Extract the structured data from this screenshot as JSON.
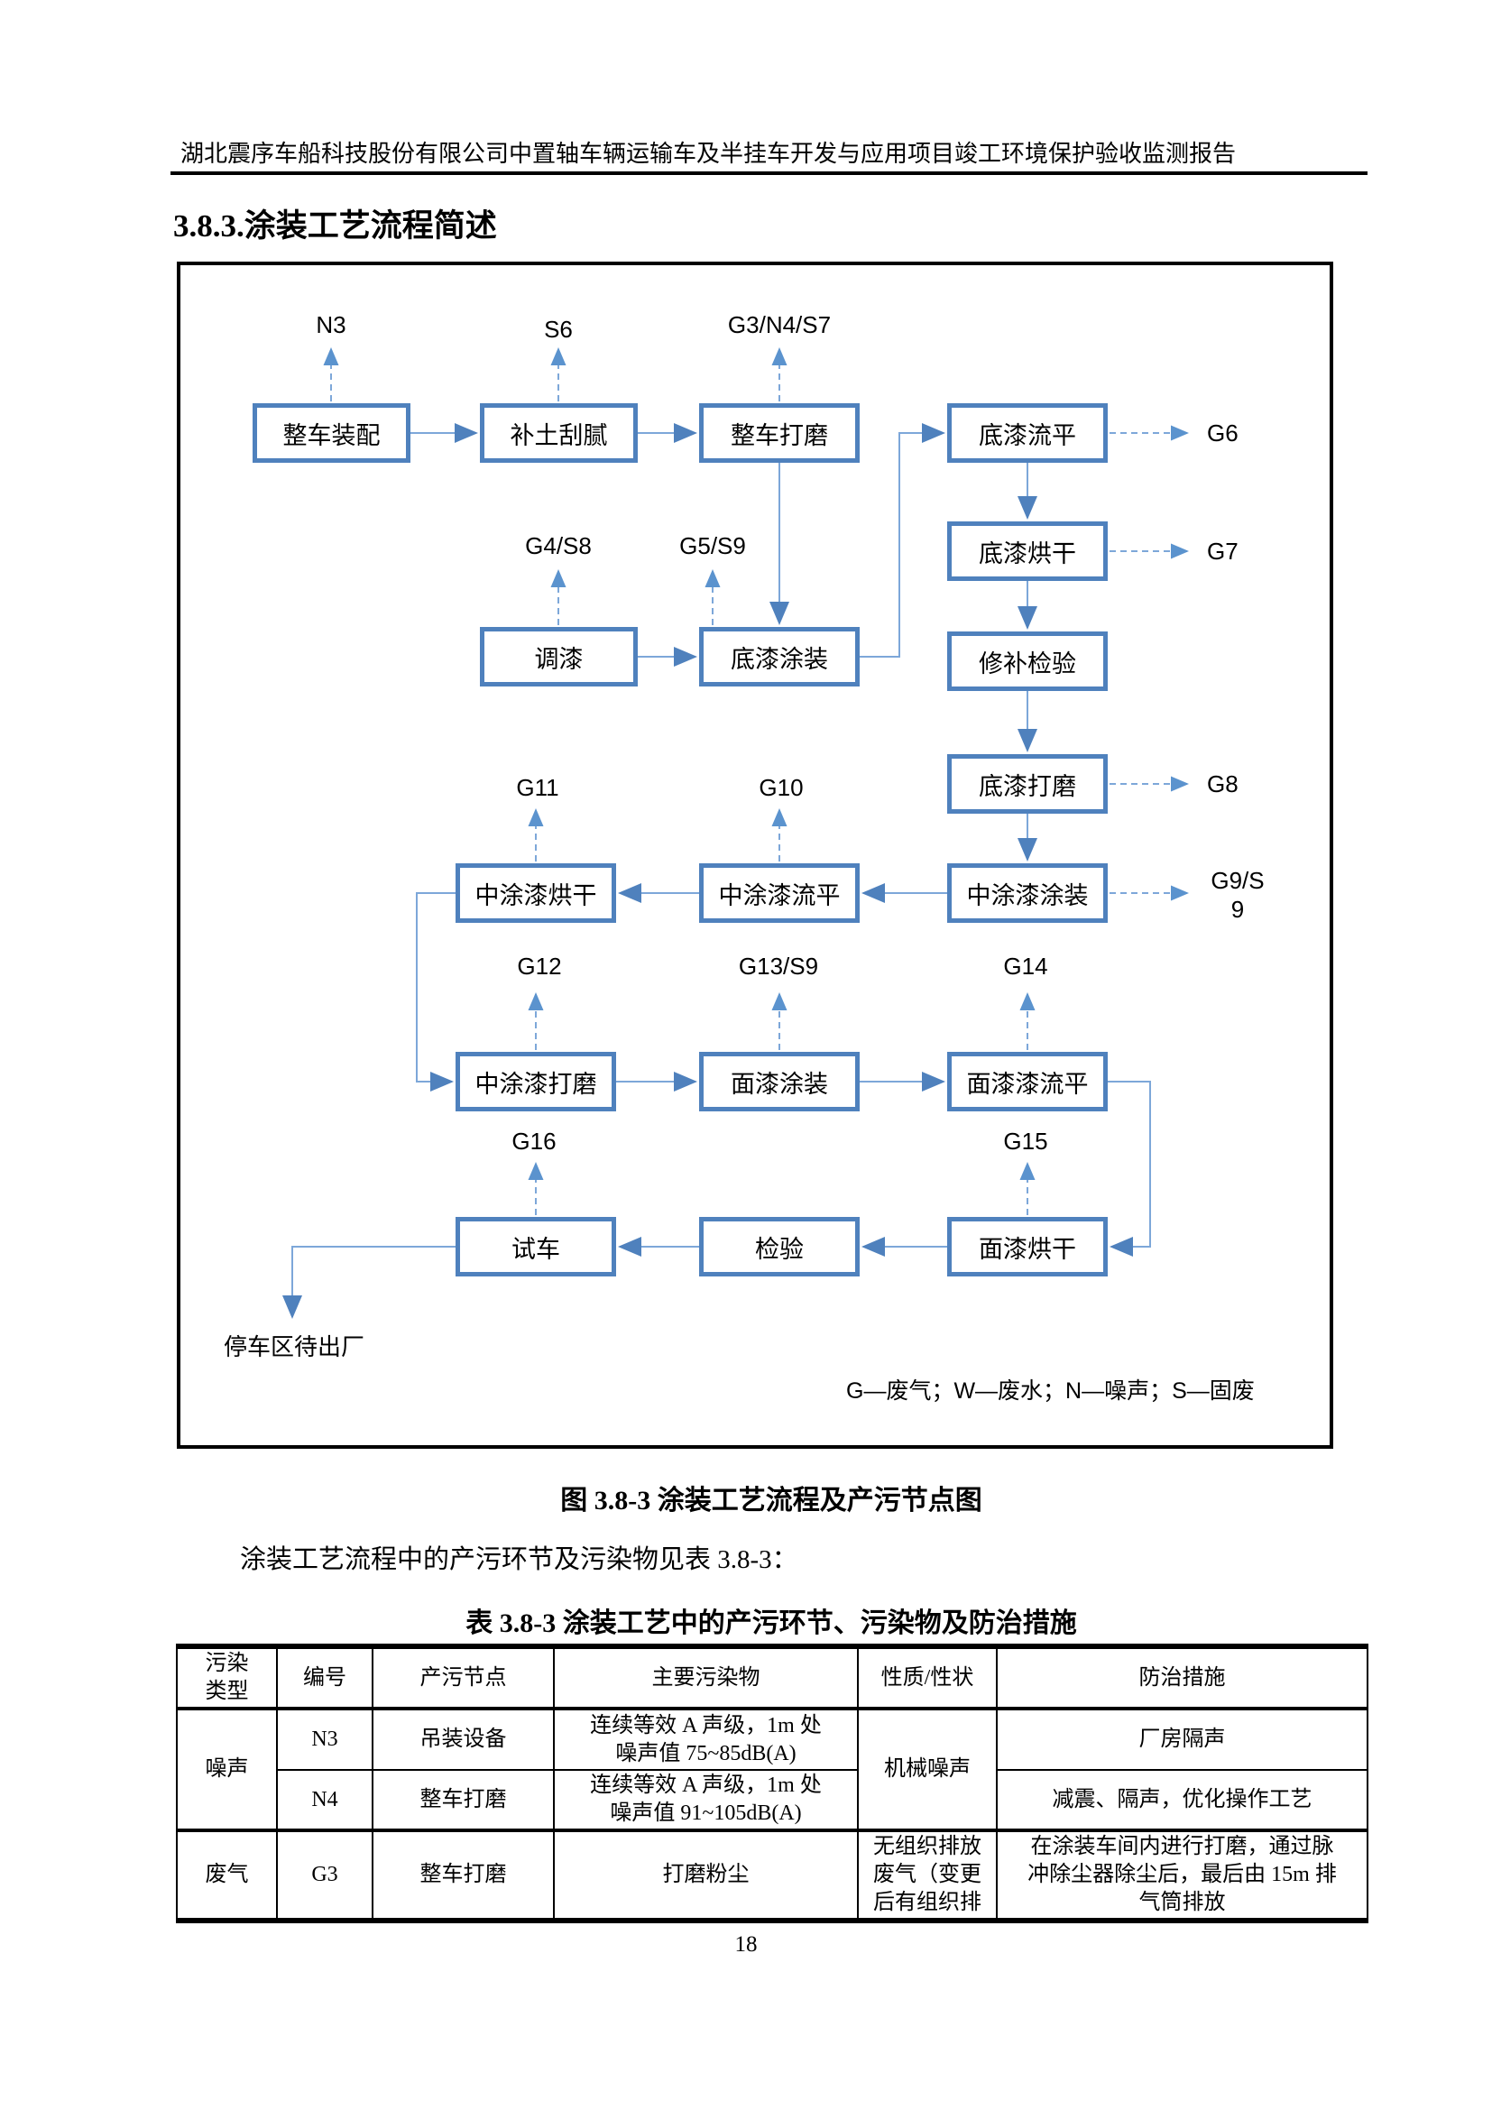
{
  "page": {
    "header": "湖北震序车船科技股份有限公司中置轴车辆运输车及半挂车开发与应用项目竣工环境保护验收监测报告",
    "section_title": "3.8.3.涂装工艺流程简述",
    "figure_caption": "图 3.8-3   涂装工艺流程及产污节点图",
    "paragraph": "涂装工艺流程中的产污环节及污染物见表 3.8-3：",
    "table_title": "表 3.8-3   涂装工艺中的产污环节、污染物及防治措施",
    "page_number": "18"
  },
  "flowchart": {
    "boxes": {
      "vehicle_assembly": "整车装配",
      "putty_scraping": "补土刮腻",
      "vehicle_sanding": "整车打磨",
      "primer_leveling": "底漆流平",
      "primer_drying": "底漆烘干",
      "paint_mixing": "调漆",
      "primer_coating": "底漆涂装",
      "repair_inspection": "修补检验",
      "primer_sanding": "底漆打磨",
      "midcoat_drying": "中涂漆烘干",
      "midcoat_leveling": "中涂漆流平",
      "midcoat_coating": "中涂漆涂装",
      "midcoat_sanding": "中涂漆打磨",
      "topcoat_coating": "面漆涂装",
      "topcoat_leveling": "面漆漆流平",
      "test_run": "试车",
      "inspection": "检验",
      "topcoat_drying": "面漆烘干"
    },
    "labels": {
      "n3": "N3",
      "s6": "S6",
      "g3n4s7": "G3/N4/S7",
      "g4s8": "G4/S8",
      "g5s9": "G5/S9",
      "g6": "G6",
      "g7": "G7",
      "g8": "G8",
      "g9s9": "G9/S\n9",
      "g10": "G10",
      "g11": "G11",
      "g12": "G12",
      "g13s9": "G13/S9",
      "g14": "G14",
      "g15": "G15",
      "g16": "G16"
    },
    "exit_label": "停车区待出厂",
    "legend": "G—废气；W—废水；N—噪声；S—固废",
    "colors": {
      "box_border": "#4f81bd",
      "connector_line": "#7da7d9",
      "arrowhead": "#4f81bd"
    }
  },
  "table": {
    "headers": [
      "污染\n类型",
      "编号",
      "产污节点",
      "主要污染物",
      "性质/性状",
      "防治措施"
    ],
    "rows": [
      {
        "category": "噪声",
        "id": "N3",
        "node": "吊装设备",
        "pollutant": "连续等效 A 声级，1m 处\n噪声值 75~85dB(A)",
        "property": "机械噪声",
        "measure": "厂房隔声"
      },
      {
        "id": "N4",
        "node": "整车打磨",
        "pollutant": "连续等效 A 声级，1m 处\n噪声值 91~105dB(A)",
        "measure": "减震、隔声，优化操作工艺"
      },
      {
        "category": "废气",
        "id": "G3",
        "node": "整车打磨",
        "pollutant": "打磨粉尘",
        "property": "无组织排放\n废气（变更\n后有组织排",
        "measure": "在涂装车间内进行打磨，通过脉\n冲除尘器除尘后，最后由 15m 排\n气筒排放"
      }
    ]
  }
}
